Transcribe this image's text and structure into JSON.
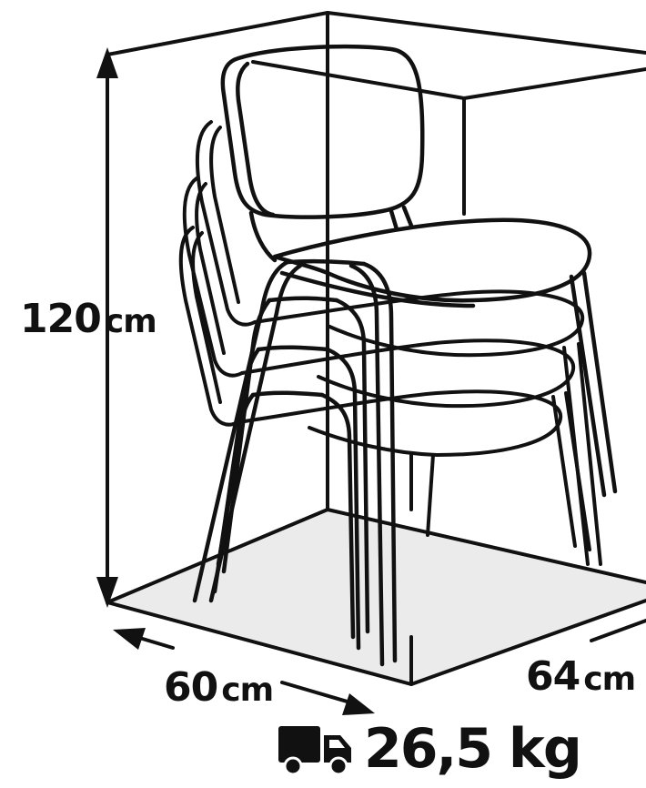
{
  "dimensions": {
    "height": {
      "value": "120",
      "unit": "cm"
    },
    "depth": {
      "value": "60",
      "unit": "cm"
    },
    "width": {
      "value": "64",
      "unit": "cm"
    }
  },
  "weight": {
    "icon": "delivery-truck-icon",
    "text": "26,5 kg"
  },
  "colors": {
    "line": "#111111",
    "floor": "#ebebeb",
    "background": "#ffffff"
  }
}
